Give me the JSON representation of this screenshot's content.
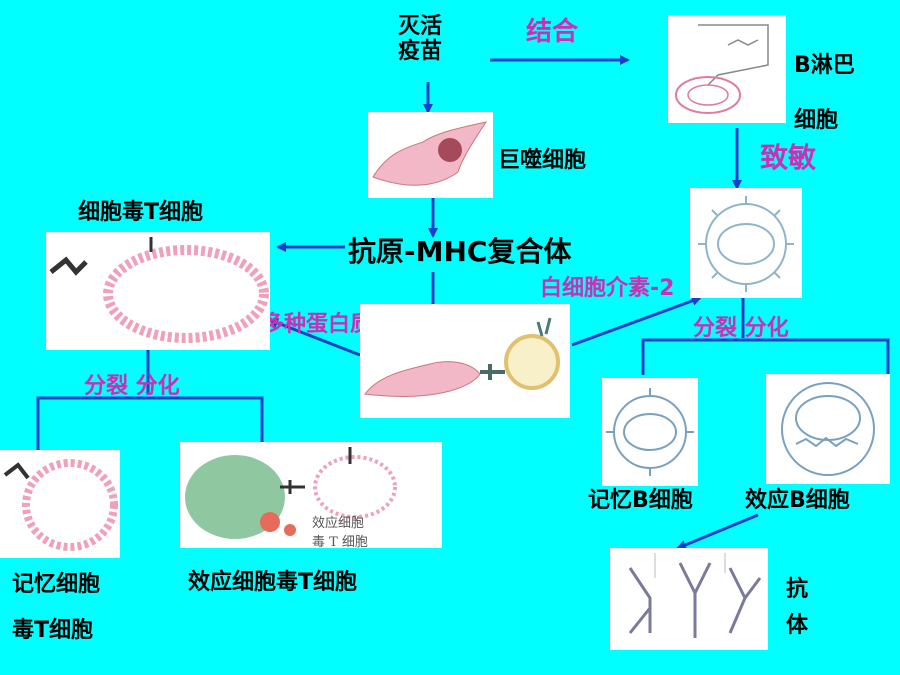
{
  "labels": {
    "vaccine": [
      "灭活",
      "疫苗"
    ],
    "bind": "结合",
    "b_cell": [
      "B淋巴",
      "细胞"
    ],
    "sensitize": "致敏",
    "macrophage": "巨噬细胞",
    "cytotoxic_t": "细胞毒T细胞",
    "antigen_mhc": "抗原-MHC复合体",
    "il2": "白细胞介素-2",
    "proteins": "多种蛋白质",
    "divide_diff_left": "分裂 分化",
    "divide_diff_right": "分裂 分化",
    "memory_t": [
      "记忆细胞",
      "毒T细胞"
    ],
    "effector_t": "效应细胞毒T细胞",
    "memory_b": "记忆B细胞",
    "effector_b": "效应B细胞",
    "antibody": [
      "抗",
      "体"
    ],
    "panel_overlay": [
      "效应细胞",
      "毒 T 细胞"
    ]
  },
  "colors": {
    "background": "#00ffff",
    "arrow": "#1a3fcc",
    "highlight": "#cc2fb4",
    "panel": "#ffffff"
  }
}
